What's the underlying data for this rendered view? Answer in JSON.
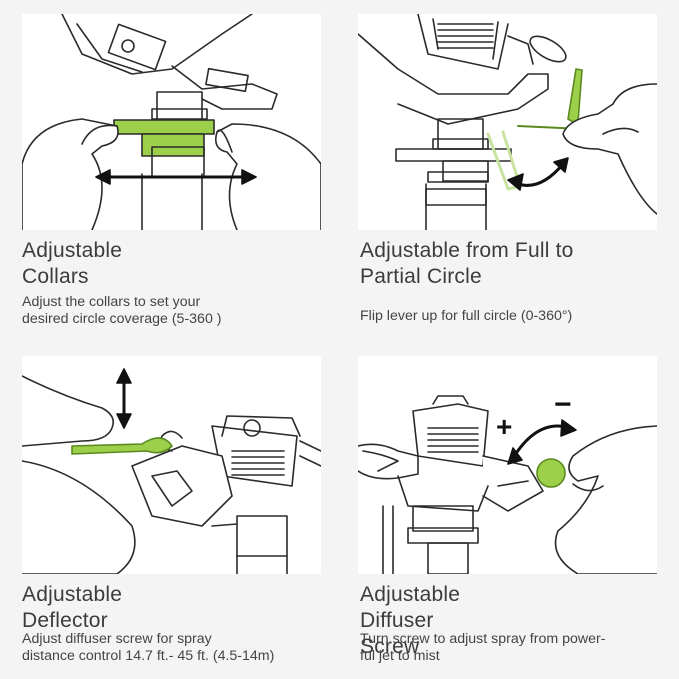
{
  "colors": {
    "background": "#f4f4f4",
    "panel": "#ffffff",
    "accent_green": "#9dd04a",
    "line": "#2b2b2b",
    "text": "#3c3c3c"
  },
  "panels": [
    {
      "illustration": "adjustable-collars-illustration",
      "title": "Adjustable Collars",
      "title_lines": [],
      "desc_lines": [
        "Adjust the collars to set your",
        "desired circle coverage (5-360   )"
      ]
    },
    {
      "illustration": "full-partial-circle-illustration",
      "title": "",
      "title_lines": [
        "Adjustable from Full to",
        "Partial Circle"
      ],
      "desc_lines": [
        "Flip lever up for full circle (0-360°)"
      ]
    },
    {
      "illustration": "adjustable-deflector-illustration",
      "title": "Adjustable Deflector",
      "title_lines": [],
      "desc_lines": [
        "Adjust diffuser screw for spray",
        "distance control 14.7 ft.- 45 ft. (4.5-14m)"
      ]
    },
    {
      "illustration": "diffuser-screw-illustration",
      "title": "Adjustable Diffuser Screw",
      "title_lines": [],
      "desc_lines": [
        "Turn screw to  adjust spray from power-",
        "ful jet to mist"
      ]
    }
  ],
  "screw_symbols": {
    "plus": "+",
    "minus": "−"
  }
}
